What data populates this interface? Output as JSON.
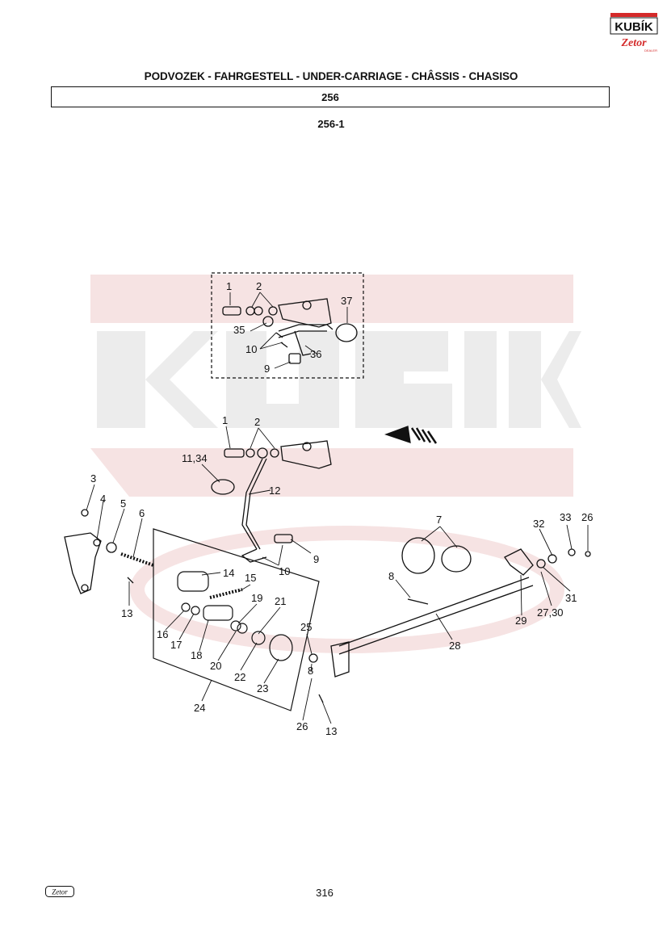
{
  "header": {
    "title": "PODVOZEK - FAHRGESTELL - UNDER-CARRIAGE - CHÂSSIS - CHASISO",
    "group_number": "256",
    "subgroup_number": "256-1"
  },
  "brand": {
    "logo_text": "KUBÍK",
    "sub_logo_text": "Zetor",
    "dealer_text": "DEALER",
    "footer_logo_text": "Zetor",
    "accent_color": "#d42a2a",
    "watermark_color": "#f1d0d0"
  },
  "footer": {
    "page_number": "316"
  },
  "diagram": {
    "part_labels": [
      "1",
      "2",
      "37",
      "35",
      "10",
      "36",
      "9",
      "1",
      "2",
      "11,34",
      "12",
      "3",
      "4",
      "5",
      "6",
      "14",
      "15",
      "13",
      "19",
      "21",
      "16",
      "17",
      "18",
      "20",
      "22",
      "23",
      "24",
      "9",
      "10",
      "7",
      "8",
      "32",
      "33",
      "26",
      "31",
      "27,30",
      "29",
      "28",
      "25",
      "8",
      "26",
      "13"
    ]
  }
}
